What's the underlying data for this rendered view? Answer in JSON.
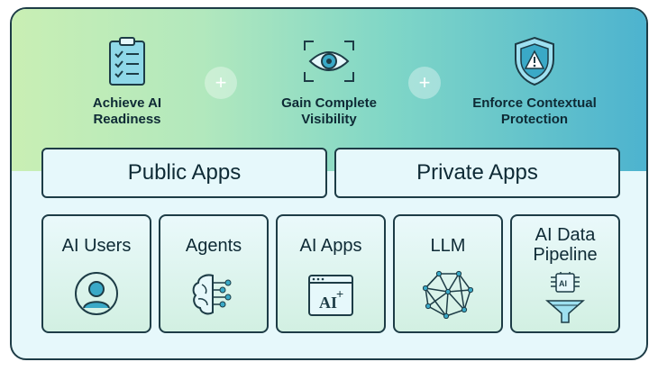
{
  "pillars": [
    {
      "label": "Achieve AI\nReadiness",
      "icon": "clipboard-checklist-icon"
    },
    {
      "label": "Gain Complete\nVisibility",
      "icon": "eye-scan-icon"
    },
    {
      "label": "Enforce Contextual\nProtection",
      "icon": "shield-warning-icon"
    }
  ],
  "plus_symbol": "+",
  "apps": {
    "public": "Public Apps",
    "private": "Private Apps"
  },
  "cards": [
    {
      "label": "AI Users",
      "icon": "user-avatar-icon"
    },
    {
      "label": "Agents",
      "icon": "brain-circuit-icon"
    },
    {
      "label": "AI Apps",
      "icon": "ai-app-window-icon"
    },
    {
      "label": "LLM",
      "icon": "neural-network-icon"
    },
    {
      "label": "AI Data\nPipeline",
      "icon": "chip-funnel-icon"
    }
  ],
  "icon_text": {
    "ai_app": "AI",
    "chip": "AI",
    "ai_app_plus": "+"
  },
  "colors": {
    "outline": "#1d3c46",
    "text": "#0e2a35",
    "panel": "#e6f8fb",
    "icon_fill": "#3aa9c7",
    "gradient_start": "#c9efb4",
    "gradient_end": "#4db3cf"
  }
}
